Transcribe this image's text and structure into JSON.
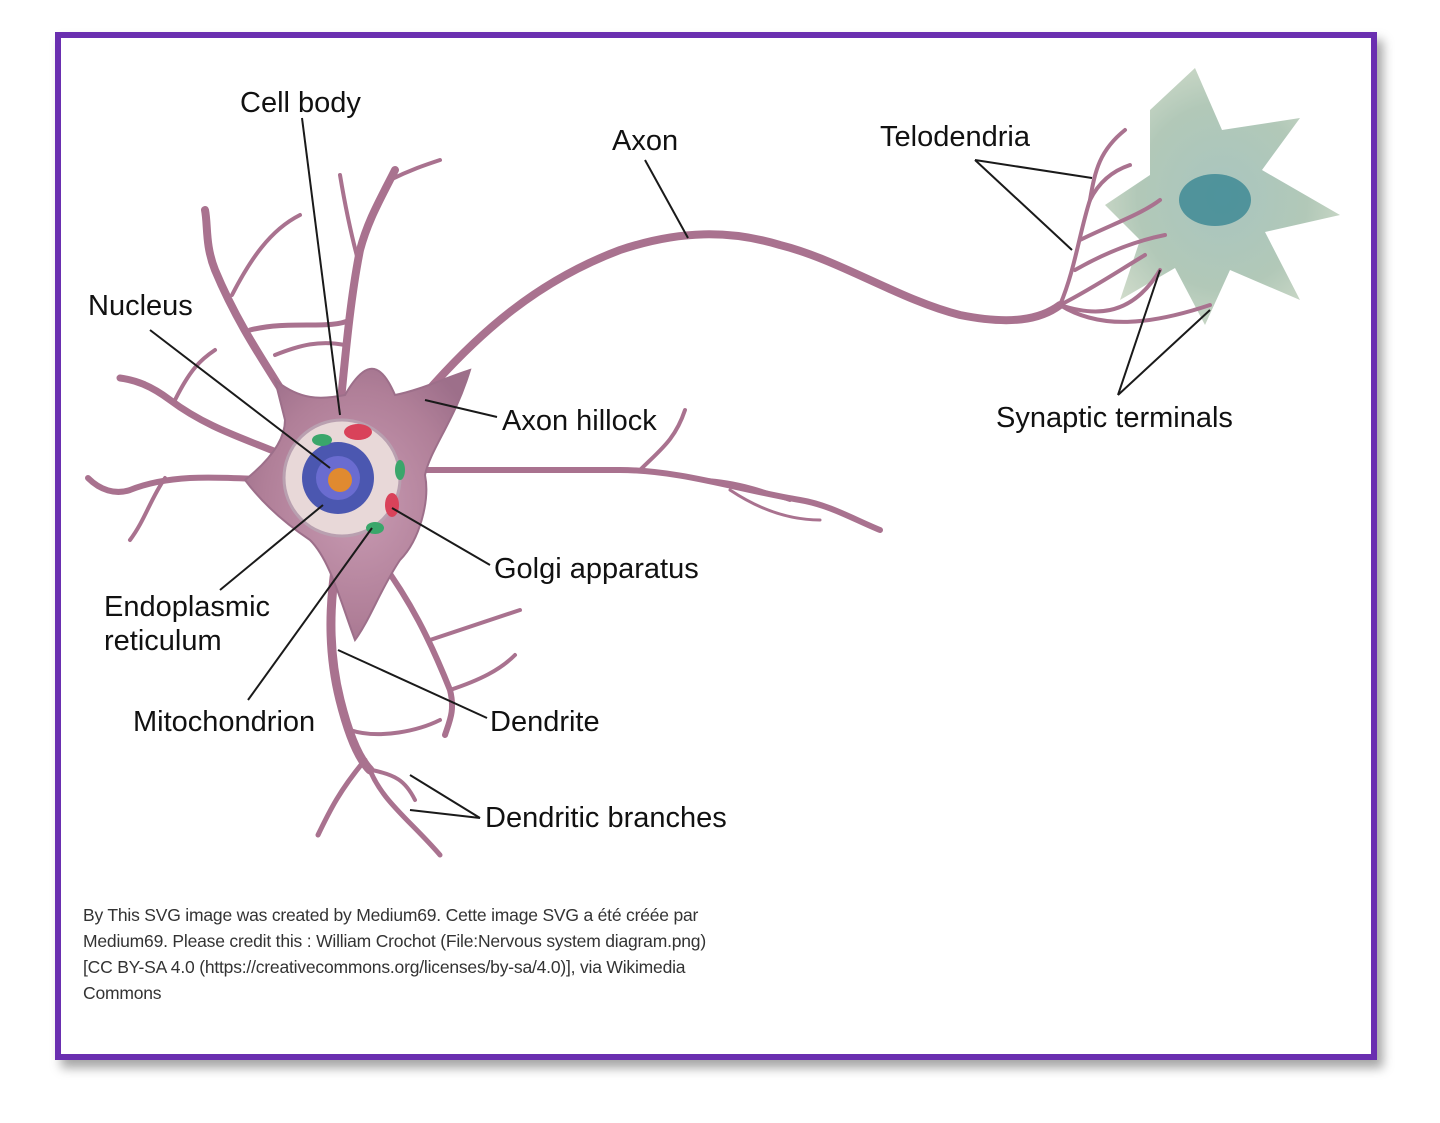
{
  "labels": {
    "cell_body": "Cell body",
    "axon": "Axon",
    "telodendria": "Telodendria",
    "nucleus": "Nucleus",
    "axon_hillock": "Axon hillock",
    "synaptic_terminals": "Synaptic terminals",
    "golgi_apparatus": "Golgi apparatus",
    "endoplasmic_line1": "Endoplasmic",
    "endoplasmic_line2": "reticulum",
    "mitochondrion": "Mitochondrion",
    "dendrite": "Dendrite",
    "dendritic_branches": "Dendritic branches"
  },
  "credit": {
    "line1": "By This SVG image was created by Medium69. Cette image SVG a été créée par",
    "line2": "Medium69.  Please credit this : William Crochot (File:Nervous system diagram.png)",
    "line3": "[CC BY-SA 4.0 (https://creativecommons.org/licenses/by-sa/4.0)], via Wikimedia",
    "line4": "Commons"
  },
  "colors": {
    "frame_border": "#6a2fb0",
    "neuron_membrane": "#a96f8c",
    "neuron_fill": "#b98aa2",
    "nucleus": "#4b57b0",
    "target_cell": "#8fb4b0"
  }
}
